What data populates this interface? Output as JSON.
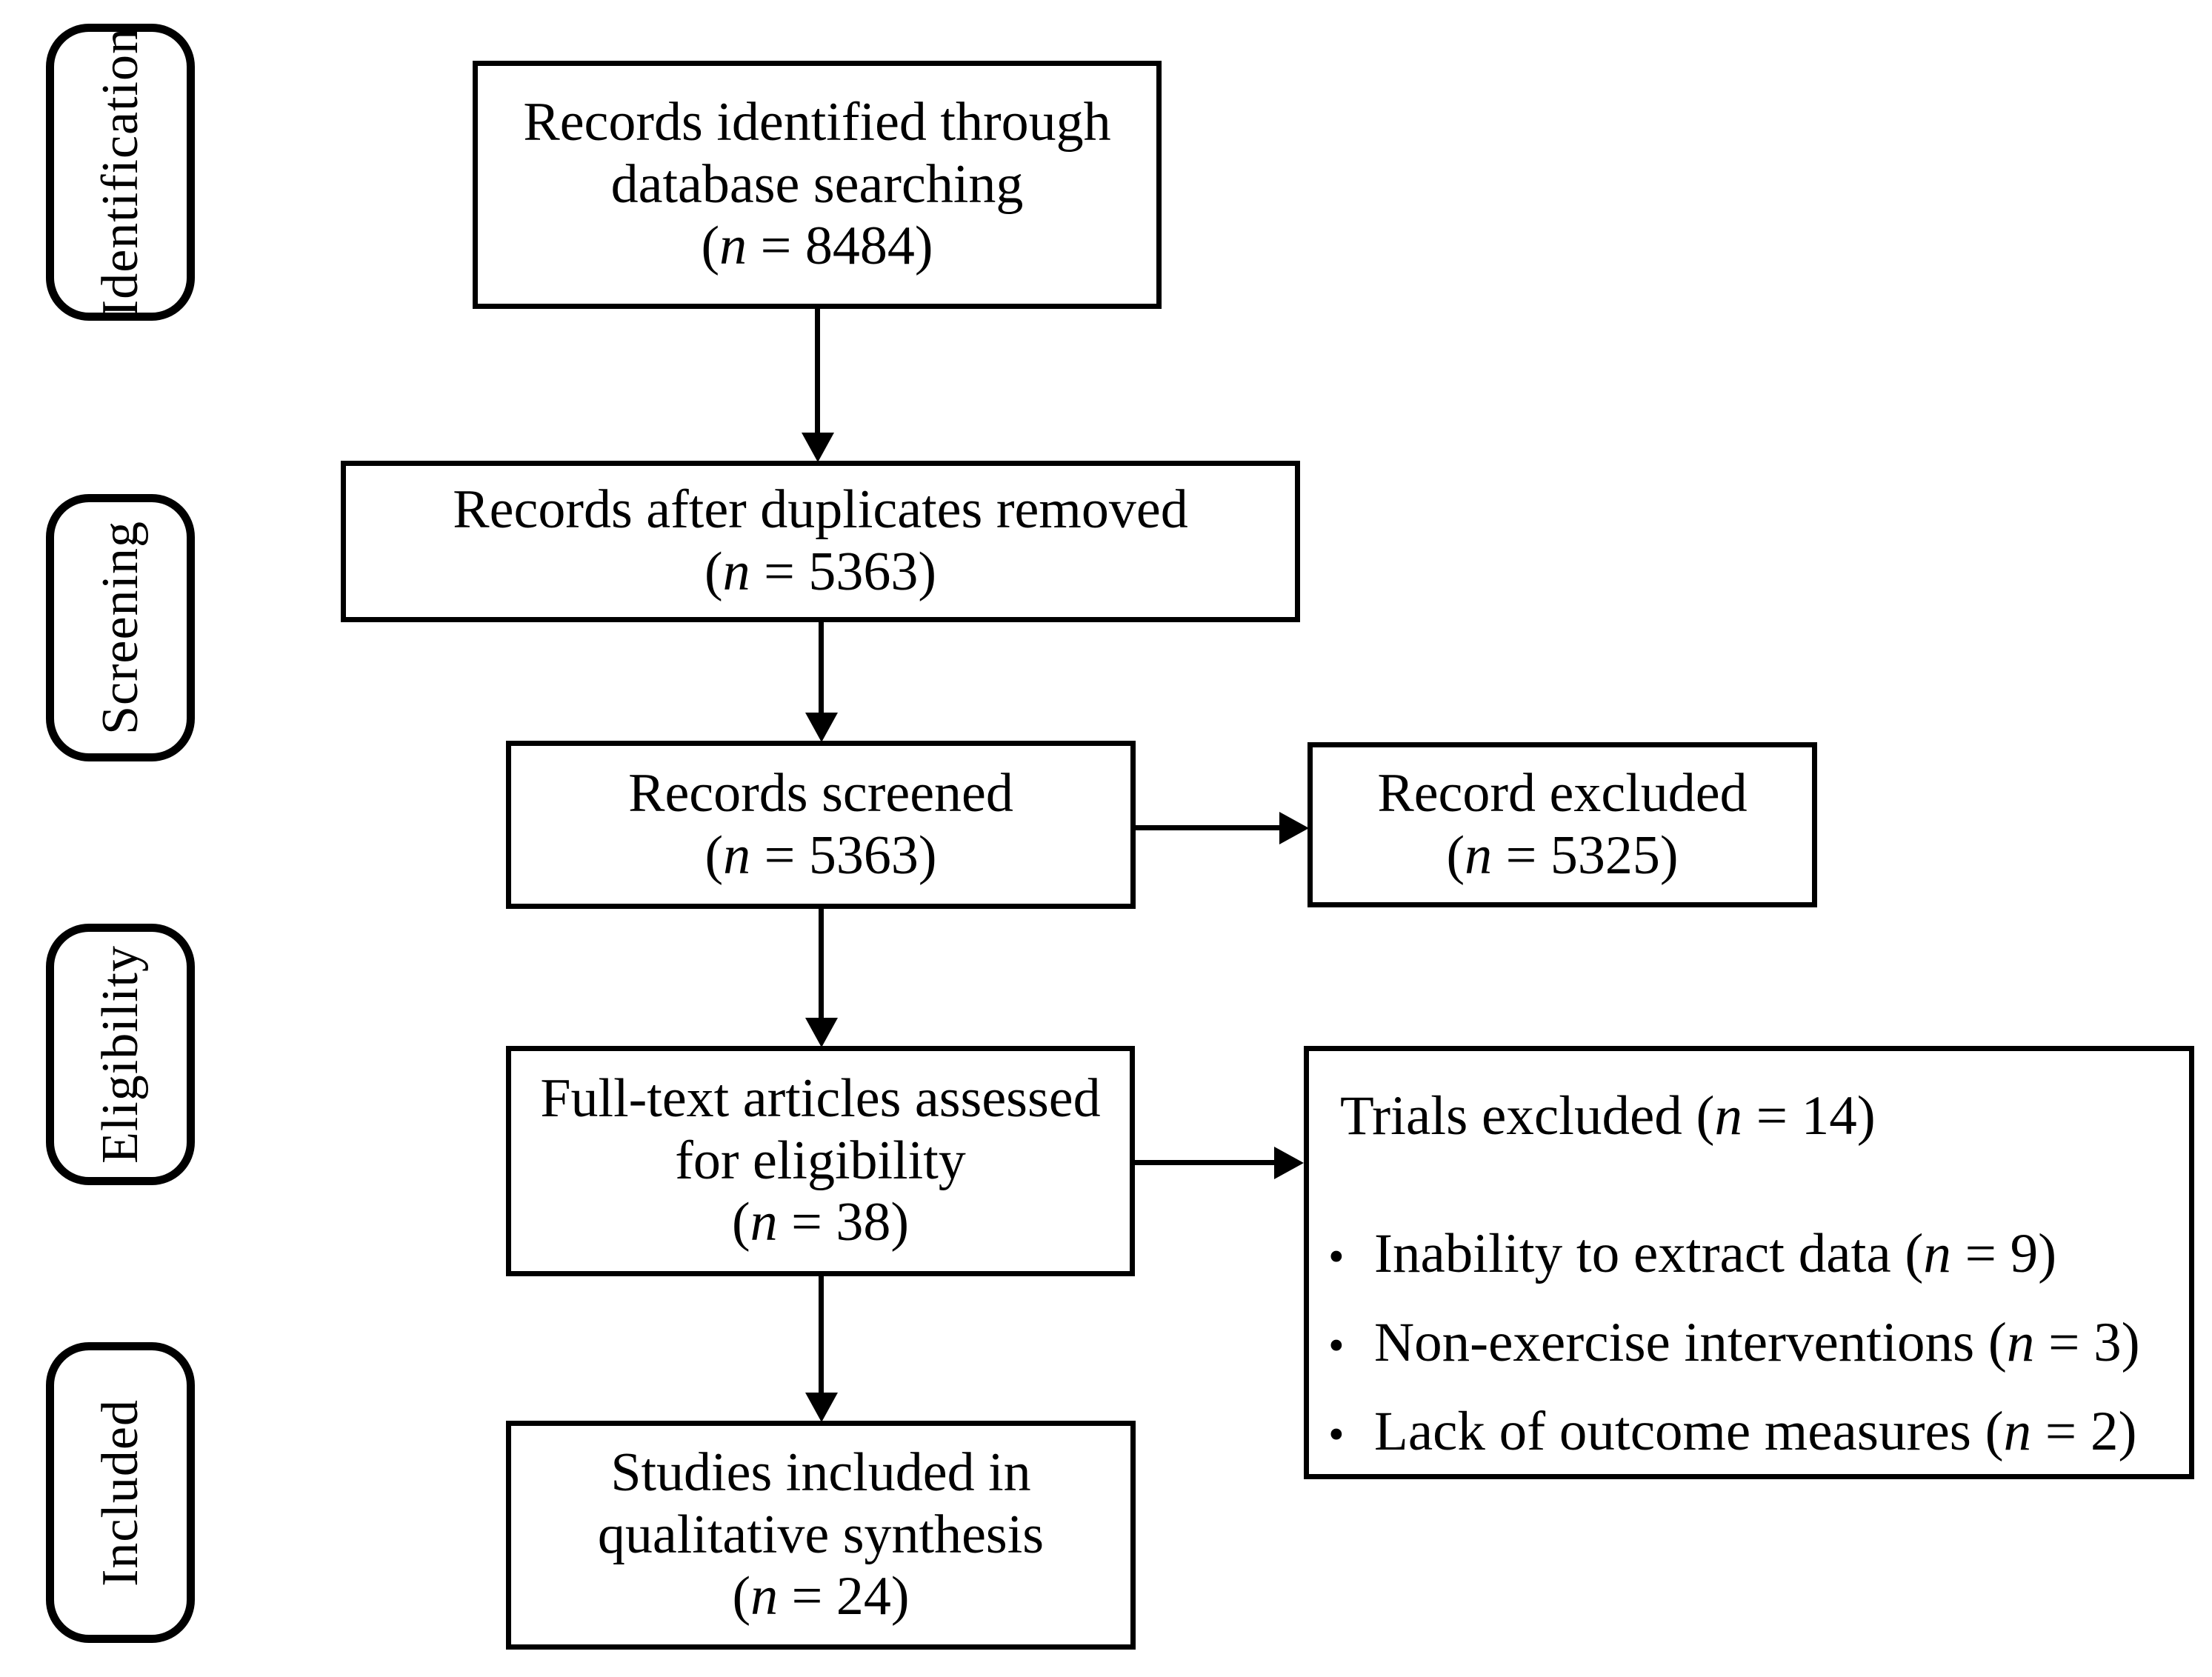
{
  "diagram": {
    "kind": "prisma-study-flow",
    "colors": {
      "line": "#000000",
      "background": "#ffffff",
      "text": "#000000"
    },
    "bullet_glyph": "•",
    "stages": [
      {
        "label": "Identification"
      },
      {
        "label": "Screening"
      },
      {
        "label": "Eligibility"
      },
      {
        "label": "Included"
      }
    ],
    "boxes": {
      "identified": {
        "lines": [
          "Records identified through",
          "database searching"
        ],
        "count": {
          "pre": "(",
          "n": "n",
          "post": " = 8484)"
        }
      },
      "duplicates_removed": {
        "lines": [
          "Records after duplicates removed"
        ],
        "count": {
          "pre": "(",
          "n": "n",
          "post": " = 5363)"
        }
      },
      "screened": {
        "lines": [
          "Records screened"
        ],
        "count": {
          "pre": "(",
          "n": "n",
          "post": " = 5363)"
        }
      },
      "record_excluded": {
        "lines": [
          "Record excluded"
        ],
        "count": {
          "pre": "(",
          "n": "n",
          "post": " = 5325)"
        }
      },
      "fulltext_assessed": {
        "lines": [
          "Full-text articles assessed",
          "for eligibility"
        ],
        "count": {
          "pre": "(",
          "n": "n",
          "post": " = 38)"
        }
      },
      "trials_excluded": {
        "header": {
          "pre": "Trials excluded (",
          "n": "n",
          "post": " = 14)"
        },
        "bullets": [
          {
            "pre": "Inability to extract data (",
            "n": "n",
            "post": " = 9)"
          },
          {
            "pre": "Non-exercise interventions (",
            "n": "n",
            "post": " = 3)"
          },
          {
            "pre": "Lack of outcome measures (",
            "n": "n",
            "post": " = 2)"
          }
        ]
      },
      "included_studies": {
        "lines": [
          "Studies included in",
          "qualitative synthesis"
        ],
        "count": {
          "pre": "(",
          "n": "n",
          "post": " = 24)"
        }
      }
    }
  }
}
